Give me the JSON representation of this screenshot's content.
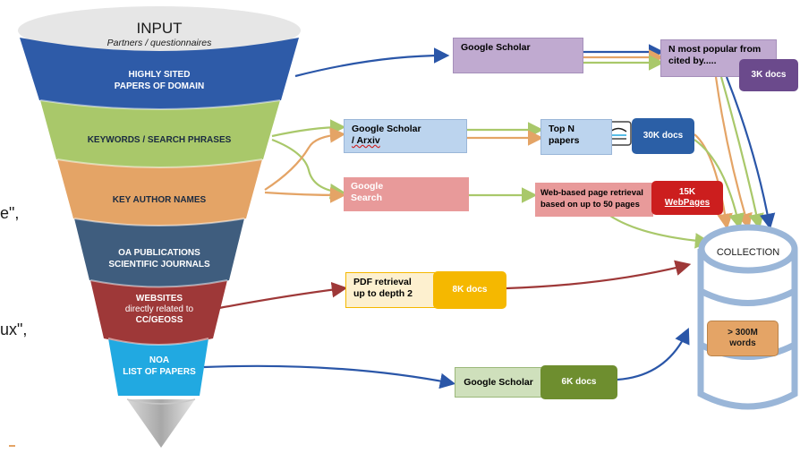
{
  "funnel": {
    "title": "INPUT",
    "subtitle": "Partners / questionnaires",
    "bands": [
      {
        "line1": "HIGHLY SITED",
        "line2": "PAPERS OF DOMAIN",
        "color": "#2e5ba8"
      },
      {
        "line1": "KEYWORDS / SEARCH PHRASES",
        "line2": "",
        "color": "#a9c86a"
      },
      {
        "line1": "KEY AUTHOR NAMES",
        "line2": "",
        "color": "#e4a466"
      },
      {
        "line1": "OA PUBLICATIONS",
        "line2": "SCIENTIFIC JOURNALS",
        "color": "#3f5d7e"
      },
      {
        "line1": "WEBSITES",
        "line2": "directly related to",
        "line3": "CC/GEOSS",
        "color": "#9e3838"
      },
      {
        "line1": "NOA",
        "line2": "LIST OF PAPERS",
        "color": "#21a9e1"
      }
    ]
  },
  "boxes": {
    "gs_top": "Google Scholar",
    "n_popular_l1": "N most popular from",
    "n_popular_l2": "cited by.....",
    "docs_3k": "3K docs",
    "gs_arxiv_l1": "Google Scholar",
    "gs_arxiv_l2": "/ Arxiv",
    "top_n_l1": "Top N",
    "top_n_l2": "papers",
    "docs_30k": "30K docs",
    "google_search_l1": "Google",
    "google_search_l2": "Search",
    "web_retrieval_l1": "Web-based page retrieval",
    "web_retrieval_l2": "based on up to 50 pages",
    "webpages_l1": "15K",
    "webpages_l2": "WebPages",
    "pdf_l1": "PDF retrieval",
    "pdf_l2": "up to depth 2",
    "docs_8k": "8K docs",
    "gs_bottom": "Google Scholar",
    "docs_6k": "6K docs"
  },
  "collection": {
    "title": "COLLECTION",
    "words_l1": "> 300M",
    "words_l2": "words"
  },
  "left_fragments": {
    "frag1": "e\",",
    "frag2": "ux\","
  },
  "colors": {
    "navy_arrow": "#2a56a8",
    "green_arrow": "#a9c86a",
    "orange_arrow": "#e4a466",
    "red_arrow": "#9e3838",
    "purple_box": "#c0aad0",
    "purple_dark": "#6b4a8c",
    "light_blue_box": "#bcd4ee",
    "blue_pill": "#2b5fa6",
    "pink_box": "#e89a9a",
    "red_pill": "#cc1e1e",
    "cream_box": "#fdf0cf",
    "amber_pill": "#f5b800",
    "sage_box": "#cfe0bc",
    "olive_pill": "#6e8e2f",
    "cylinder_stroke": "#9ab6d8"
  }
}
